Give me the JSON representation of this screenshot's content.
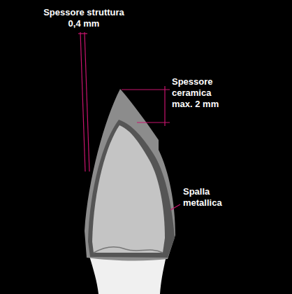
{
  "diagram": {
    "labels": [
      "Spessore struttura 0,4 mm",
      "Spessore ceramica max. 2 mm",
      "Spalla metallica"
    ]
  }
}
